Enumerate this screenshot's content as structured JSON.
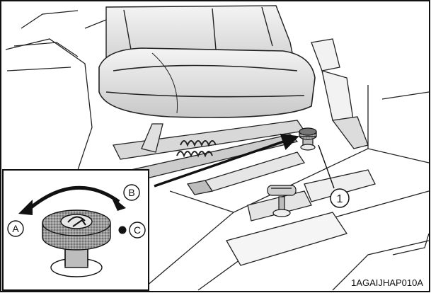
{
  "figure": {
    "callouts": {
      "part_number": "1",
      "direction_a": "A",
      "direction_b": "B",
      "position_c": "C"
    },
    "code": "1AGAIJHAP010A"
  },
  "icons": {
    "arrow": "rotation-arrow-icon",
    "dot": "position-dot-icon"
  },
  "colors": {
    "line": "#111111",
    "background": "#ffffff",
    "shade": "#bfbfbf"
  }
}
